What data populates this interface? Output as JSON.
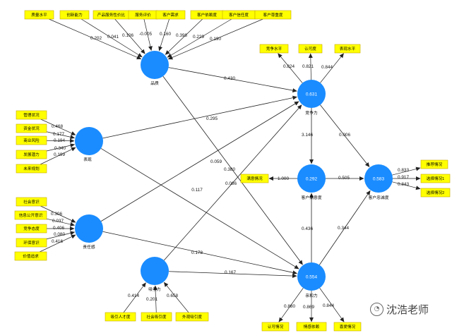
{
  "constructs": [
    {
      "id": "quality",
      "name": "品质",
      "r2": "",
      "indicators": [
        {
          "id": "q1",
          "label": "质量水平",
          "w": "0.202"
        },
        {
          "id": "q2",
          "label": "创新能力",
          "w": "0.041"
        },
        {
          "id": "q3",
          "label": "产品服务性价比",
          "w": "0.106"
        },
        {
          "id": "q4",
          "label": "服务评价",
          "w": "-0.005"
        },
        {
          "id": "q5",
          "label": "客户需求",
          "w": "0.160"
        },
        {
          "id": "q6",
          "label": "客户依赖度",
          "w": "0.398"
        },
        {
          "id": "q7",
          "label": "客户信任度",
          "w": "0.229"
        },
        {
          "id": "q8",
          "label": "客户尊重度",
          "w": "0.190"
        }
      ]
    },
    {
      "id": "perf",
      "name": "表现",
      "r2": "",
      "indicators": [
        {
          "id": "p1",
          "label": "管理状况",
          "w": "0.468"
        },
        {
          "id": "p2",
          "label": "资金状况",
          "w": "0.177"
        },
        {
          "id": "p3",
          "label": "商业风险",
          "w": "0.194"
        },
        {
          "id": "p4",
          "label": "发展潜力",
          "w": "0.340"
        },
        {
          "id": "p5",
          "label": "未来规划",
          "w": "0.199"
        }
      ]
    },
    {
      "id": "resp",
      "name": "责任感",
      "r2": "",
      "indicators": [
        {
          "id": "s1",
          "label": "社会意识",
          "w": "0.306"
        },
        {
          "id": "s2",
          "label": "信息公开意识",
          "w": "0.037"
        },
        {
          "id": "s3",
          "label": "竞争态度",
          "w": "0.406"
        },
        {
          "id": "s4",
          "label": "环保意识",
          "w": "0.080"
        },
        {
          "id": "s5",
          "label": "价值追求",
          "w": "0.416"
        }
      ]
    },
    {
      "id": "attr",
      "name": "吸引力",
      "r2": "",
      "indicators": [
        {
          "id": "a1",
          "label": "吸引人才度",
          "w": "0.414"
        },
        {
          "id": "a2",
          "label": "社会吸引度",
          "w": "0.201"
        },
        {
          "id": "a3",
          "label": "外观吸引度",
          "w": "0.658"
        }
      ]
    },
    {
      "id": "comp",
      "name": "竞争力",
      "r2": "0.631",
      "indicators": [
        {
          "id": "c1",
          "label": "竞争水平",
          "w": "0.824"
        },
        {
          "id": "c2",
          "label": "认可度",
          "w": "0.821"
        },
        {
          "id": "c3",
          "label": "表现水平",
          "w": "0.844"
        }
      ]
    },
    {
      "id": "sat",
      "name": "客户满意度",
      "r2": "0.292",
      "indicators": [
        {
          "id": "t1",
          "label": "满意情况",
          "w": "1.000"
        }
      ]
    },
    {
      "id": "loyal",
      "name": "客户忠诚度",
      "r2": "0.583",
      "indicators": [
        {
          "id": "l1",
          "label": "推荐情况",
          "w": "0.833"
        },
        {
          "id": "l2",
          "label": "选择情况1",
          "w": "0.917"
        },
        {
          "id": "l3",
          "label": "选择情况2",
          "w": "0.843"
        }
      ]
    },
    {
      "id": "affin",
      "name": "亲和力",
      "r2": "0.554",
      "indicators": [
        {
          "id": "f1",
          "label": "认可情况",
          "w": "0.880"
        },
        {
          "id": "f2",
          "label": "情感依赖",
          "w": "0.869"
        },
        {
          "id": "f3",
          "label": "喜爱情况",
          "w": "0.844"
        }
      ]
    }
  ],
  "paths": [
    {
      "id": "quality-comp",
      "from": "quality",
      "to": "comp",
      "w": "0.430"
    },
    {
      "id": "perf-comp",
      "from": "perf",
      "to": "comp",
      "w": "0.295"
    },
    {
      "id": "attr-comp",
      "from": "attr",
      "to": "comp",
      "w": "0.059"
    },
    {
      "id": "resp-comp",
      "from": "resp",
      "to": "comp",
      "w": "0.086"
    },
    {
      "id": "quality-affin",
      "from": "quality",
      "to": "affin",
      "w": "0.380"
    },
    {
      "id": "perf-affin",
      "from": "perf",
      "to": "affin",
      "w": "0.117"
    },
    {
      "id": "resp-affin",
      "from": "resp",
      "to": "affin",
      "w": "0.178"
    },
    {
      "id": "attr-affin",
      "from": "attr",
      "to": "affin",
      "w": "0.167"
    },
    {
      "id": "comp-sat",
      "from": "comp",
      "to": "sat",
      "w": "3.146"
    },
    {
      "id": "comp-loyal",
      "from": "comp",
      "to": "loyal",
      "w": "0.006"
    },
    {
      "id": "sat-loyal",
      "from": "sat",
      "to": "loyal",
      "w": "0.505"
    },
    {
      "id": "affin-sat",
      "from": "affin",
      "to": "sat",
      "w": "0.436"
    },
    {
      "id": "affin-loyal",
      "from": "affin",
      "to": "loyal",
      "w": "0.344"
    }
  ],
  "colors": {
    "latent": "#1a8cff",
    "indicator_fill": "#ffff00",
    "indicator_border": "#c8a800",
    "arrow": "#222222"
  },
  "watermark": {
    "icon": "wechat-icon",
    "text": "沈浩老师"
  }
}
